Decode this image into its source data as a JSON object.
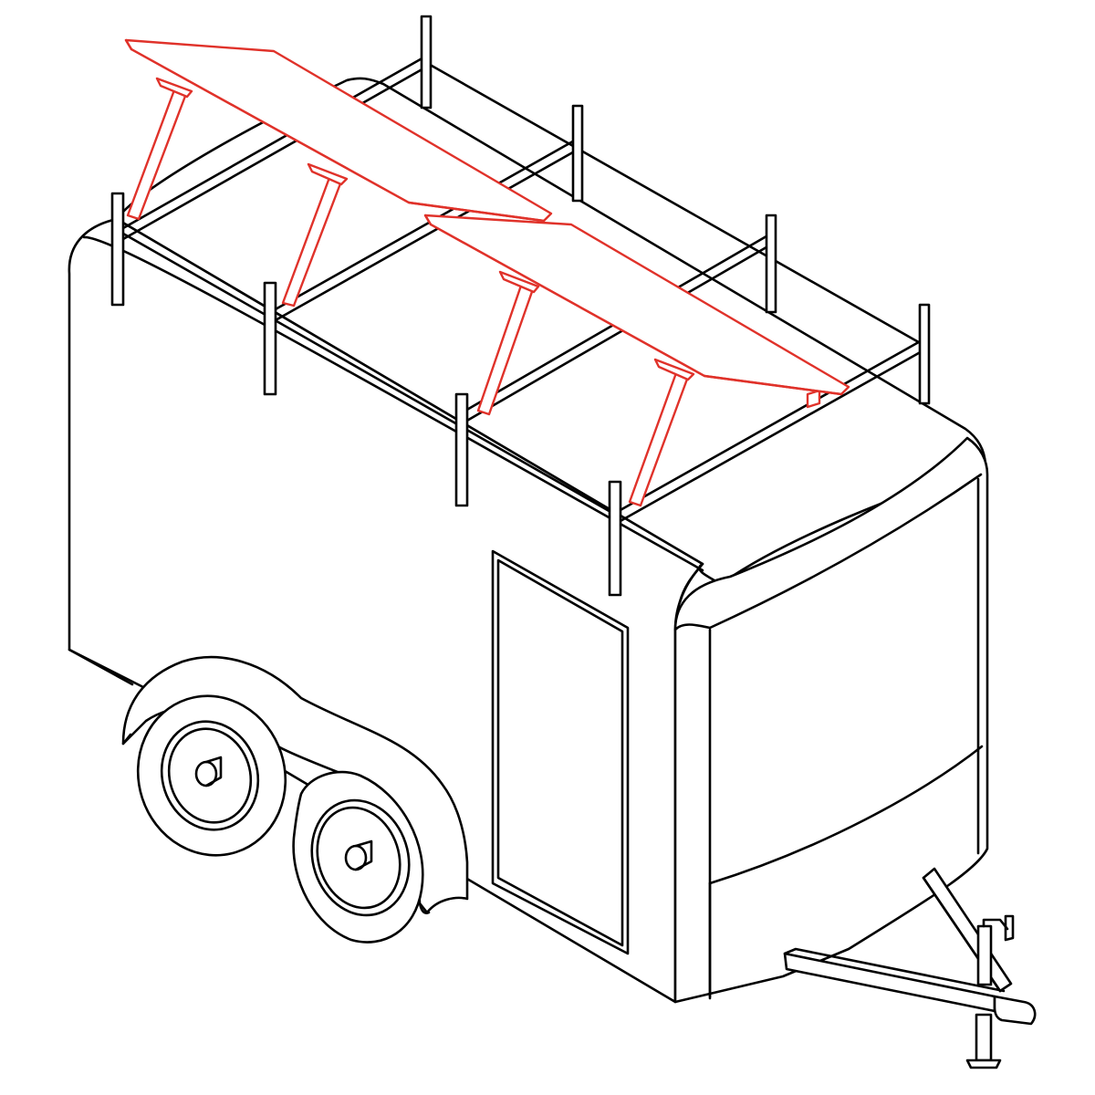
{
  "diagram": {
    "subject": "enclosed-tandem-axle-cargo-trailer",
    "highlight_color": "#e0322a",
    "line_color": "#000000",
    "background": "#ffffff",
    "highlighted_parts": [
      "solar-panel-1",
      "solar-panel-2",
      "panel-tilt-brackets"
    ]
  }
}
